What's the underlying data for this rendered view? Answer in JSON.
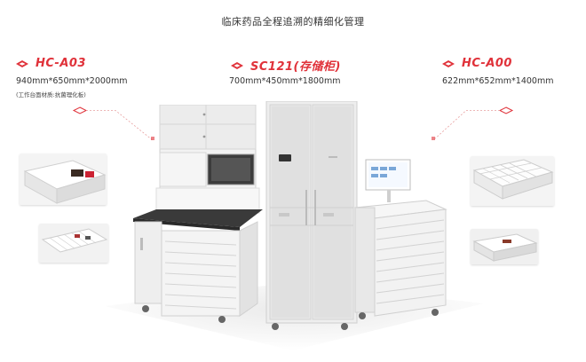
{
  "page_title": "临床药品全程追溯的精细化管理",
  "products": [
    {
      "model": "HC-A03",
      "dims": "940mm*650mm*2000mm",
      "note": "(工作台面材质:抗菌理化板)"
    },
    {
      "model": "SC121(存储柜)",
      "dims": "700mm*450mm*1800mm"
    },
    {
      "model": "HC-A00",
      "dims": "622mm*652mm*1400mm"
    }
  ],
  "colors": {
    "accent": "#e0323a",
    "text": "#333333",
    "cabinet": "#f2f2f2",
    "countertop": "#3a3a3a"
  },
  "icons": [
    "diamond-bullet-icon"
  ]
}
